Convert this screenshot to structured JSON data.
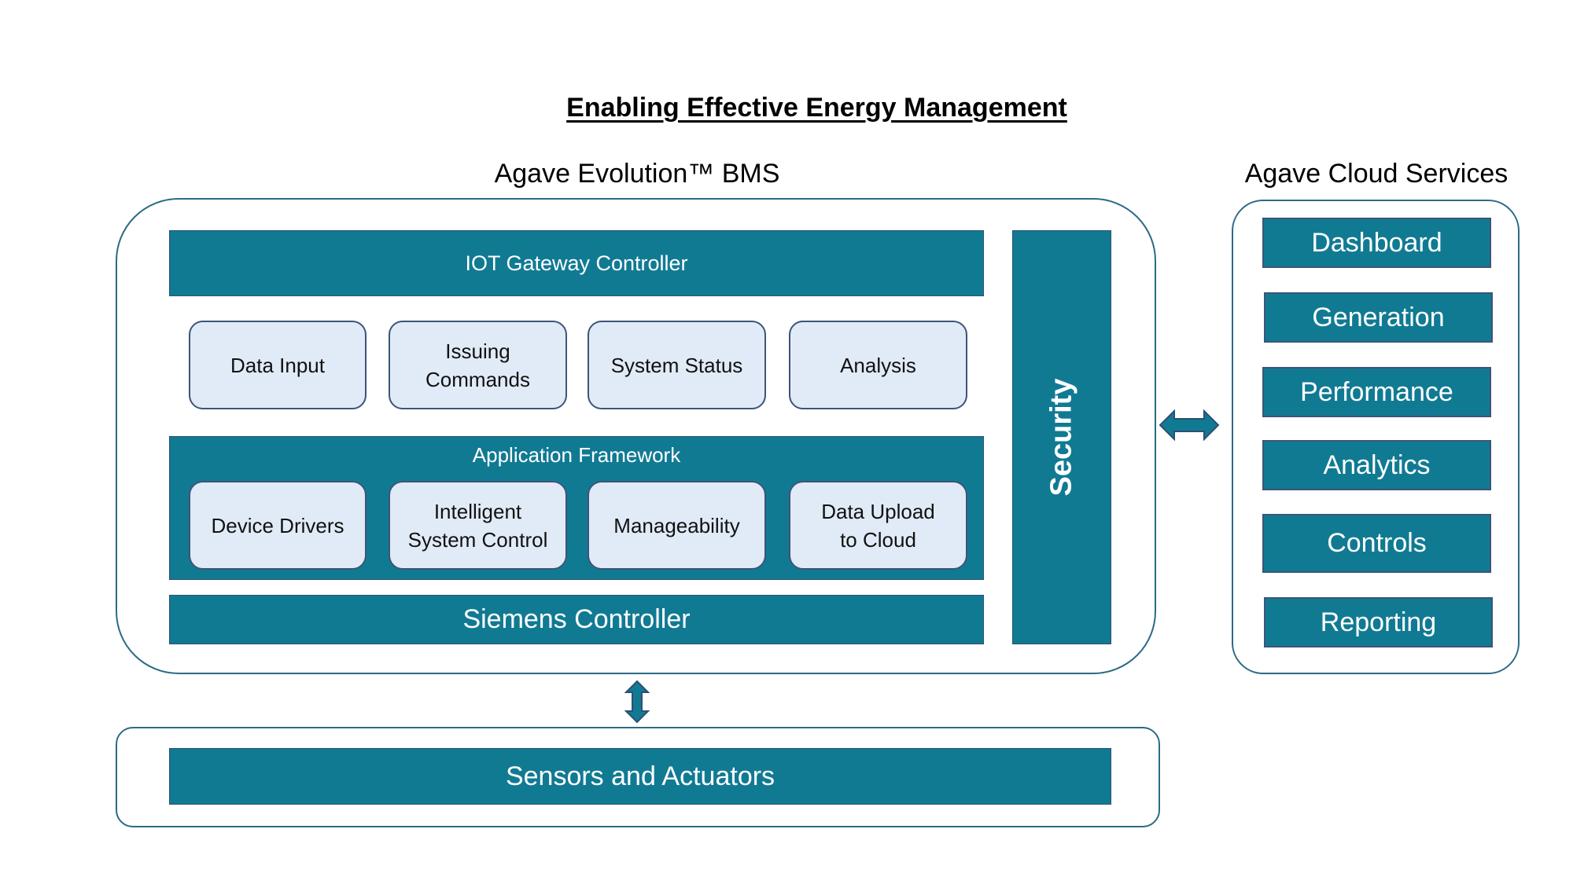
{
  "title": "Enabling Effective Energy Management",
  "bms": {
    "heading": "Agave Evolution™ BMS",
    "gateway": "IOT Gateway Controller",
    "modules": [
      "Data Input",
      "Issuing\nCommands",
      "System Status",
      "Analysis"
    ],
    "framework": {
      "label": "Application  Framework",
      "items": [
        "Device Drivers",
        "Intelligent\nSystem Control",
        "Manageability",
        "Data Upload\nto Cloud"
      ]
    },
    "siemens": "Siemens Controller",
    "security": "Security"
  },
  "cloud": {
    "heading": "Agave Cloud Services",
    "items": [
      "Dashboard",
      "Generation",
      "Performance",
      "Analytics",
      "Controls",
      "Reporting"
    ]
  },
  "sensors": "Sensors and Actuators",
  "colors": {
    "teal": "#117a93",
    "frame_border": "#2b6b86",
    "module_fill": "#e1ebf7",
    "module_border": "#3d5478"
  }
}
